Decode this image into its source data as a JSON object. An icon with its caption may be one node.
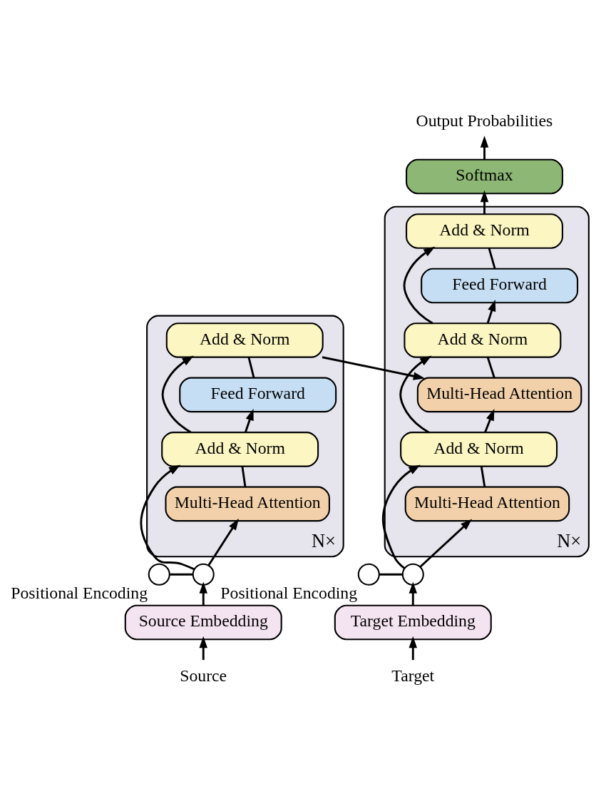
{
  "diagram": {
    "nodes": [
      {
        "text": [
          "N×"
        ]
      },
      {
        "text": [
          "Add & Norm"
        ],
        "in": 0
      },
      {
        "text": [
          "Feed Forward"
        ],
        "in": 0
      },
      {
        "text": [
          "Add & Norm"
        ],
        "in": 0
      },
      {
        "text": [
          "Multi-Head Attention"
        ],
        "in": 0
      },
      {
        "text": [],
        "shape": "circle",
        "beside": [
          "Positional Encoding"
        ]
      },
      {
        "text": [],
        "shape": "circle"
      },
      {
        "text": [
          "Source Embedding"
        ]
      },
      {
        "text": [
          "Source"
        ]
      },
      {
        "text": [
          "N×"
        ]
      },
      {
        "text": [
          "Add & Norm"
        ],
        "in": 9
      },
      {
        "text": [
          "Feed Forward"
        ],
        "in": 9
      },
      {
        "text": [
          "Add & Norm"
        ],
        "in": 9
      },
      {
        "text": [
          "Multi-Head Attention"
        ],
        "in": 9
      },
      {
        "text": [
          "Add & Norm"
        ],
        "in": 9
      },
      {
        "text": [
          "Multi-Head Attention"
        ],
        "in": 9
      },
      {
        "text": [],
        "shape": "circle"
      },
      {
        "text": [],
        "shape": "circle",
        "beside": [
          "Positional Encoding"
        ]
      },
      {
        "text": [
          "Target Embedding"
        ]
      },
      {
        "text": [
          "Target"
        ]
      },
      {
        "text": [
          "Softmax"
        ]
      },
      {
        "text": [
          "Output Probabilities"
        ]
      }
    ],
    "edges": [
      {
        "from": 8,
        "to": 7,
        "arrow": "to"
      },
      {
        "from": 7,
        "to": 6,
        "arrow": "to"
      },
      {
        "from": 5,
        "to": 6,
        "arrow": "none"
      },
      {
        "from": 6,
        "to": 4,
        "arrow": "to"
      },
      {
        "from": 6,
        "to": 3,
        "arrow": "to"
      },
      {
        "from": 4,
        "to": 3,
        "arrow": "none"
      },
      {
        "from": 3,
        "to": 2,
        "arrow": "to"
      },
      {
        "from": 3,
        "to": 1,
        "arrow": "to"
      },
      {
        "from": 2,
        "to": 1,
        "arrow": "none"
      },
      {
        "from": 1,
        "to": 13,
        "arrow": "to"
      },
      {
        "from": 19,
        "to": 18,
        "arrow": "to"
      },
      {
        "from": 18,
        "to": 16,
        "arrow": "to"
      },
      {
        "from": 17,
        "to": 16,
        "arrow": "none"
      },
      {
        "from": 16,
        "to": 15,
        "arrow": "to"
      },
      {
        "from": 16,
        "to": 14,
        "arrow": "to"
      },
      {
        "from": 15,
        "to": 14,
        "arrow": "none"
      },
      {
        "from": 14,
        "to": 13,
        "arrow": "to"
      },
      {
        "from": 14,
        "to": 12,
        "arrow": "to"
      },
      {
        "from": 13,
        "to": 12,
        "arrow": "none"
      },
      {
        "from": 12,
        "to": 11,
        "arrow": "to"
      },
      {
        "from": 12,
        "to": 10,
        "arrow": "to"
      },
      {
        "from": 11,
        "to": 10,
        "arrow": "none"
      },
      {
        "from": 10,
        "to": 20,
        "arrow": "to"
      },
      {
        "from": 20,
        "to": 21,
        "arrow": "to"
      }
    ]
  }
}
